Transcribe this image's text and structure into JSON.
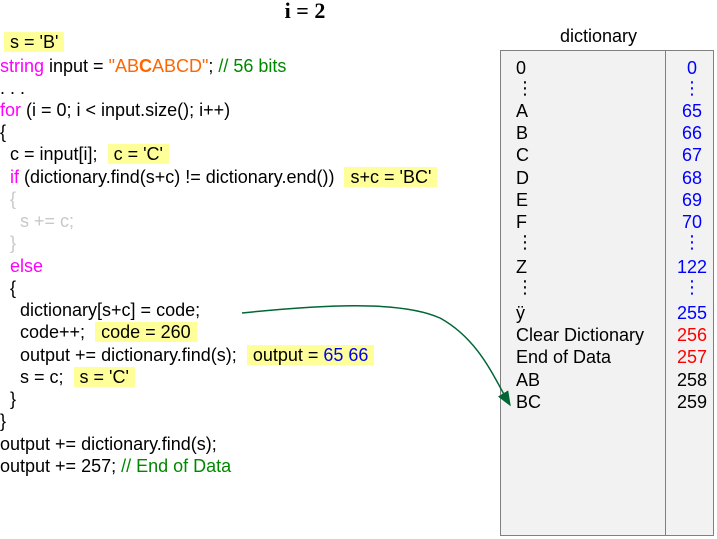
{
  "title": "i = 2",
  "code": {
    "s_hl": "s = 'B'",
    "l_string_kw": "string",
    "l_input_pre": " input = ",
    "l_input_str1": "\"AB",
    "l_input_strB": "C",
    "l_input_str2": "ABCD\"",
    "l_input_semi": ";",
    "l_input_cmt": " // 56 bits",
    "l_ellipsis": ". . .",
    "l_for_kw": "for",
    "l_for_rest": " (i = 0; i < input.size(); i++)",
    "l_open": "{",
    "l_c_assign": "  c = input[i];",
    "l_c_hl": "c = 'C'",
    "l_if_kw": "if",
    "l_if_rest": " (dictionary.find(s+c) != dictionary.end())",
    "l_if_hl": "s+c = 'BC'",
    "l_inner_open": "  {",
    "l_inner_s": "    s += c;",
    "l_inner_close": "  }",
    "l_else_kw": "else",
    "l_else_open": "  {",
    "l_dict_assign": "    dictionary[s+c] = code;",
    "l_code_inc": "    code++;",
    "l_code_hl": "code = 260",
    "l_output_add": "    output += dictionary.find(s);",
    "l_output_hl_label": "output = ",
    "l_output_hl_v1": "65",
    "l_output_hl_v2": "66",
    "l_s_c": "    s = c;",
    "l_s_hl": "s = 'C'",
    "l_else_close": "  }",
    "l_close": "}",
    "l_final1": "output += dictionary.find(s);",
    "l_final2_pre": "output += 257; ",
    "l_final2_cmt": "// End of Data"
  },
  "dictionary": {
    "label": "dictionary",
    "keys": [
      "0",
      "A",
      "B",
      "C",
      "D",
      "E",
      "F",
      "Z",
      "ÿ",
      "Clear Dictionary",
      "End of Data",
      "AB",
      "BC"
    ],
    "values": [
      "0",
      "65",
      "66",
      "67",
      "68",
      "69",
      "70",
      "122",
      "255",
      "256",
      "257",
      "258",
      "259"
    ],
    "ellipsis": "⋮"
  },
  "colors": {
    "highlight": "#ffff99",
    "keyword": "#ff00ff",
    "string": "#ff6600",
    "comment": "#008800",
    "code_value": "#0000ff",
    "special_code": "#ff0000",
    "arrow": "#006633"
  }
}
